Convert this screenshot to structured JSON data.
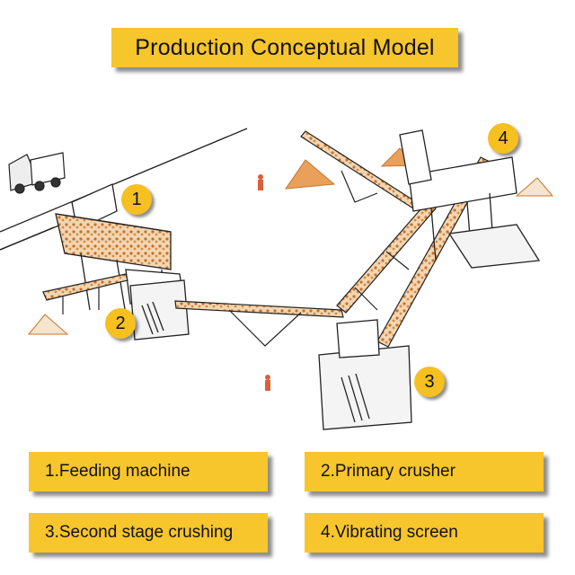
{
  "title": "Production Conceptual Model",
  "markers": [
    {
      "number": "1"
    },
    {
      "number": "2"
    },
    {
      "number": "3"
    },
    {
      "number": "4"
    }
  ],
  "legend": [
    {
      "label": "1.Feeding machine"
    },
    {
      "label": "2.Primary crusher"
    },
    {
      "label": "3.Second stage crushing"
    },
    {
      "label": "4.Vibrating screen"
    }
  ],
  "colors": {
    "accent": "#f7c52c",
    "conveyor_material": "#d98a3a",
    "stockpile": "#e8a05a"
  }
}
